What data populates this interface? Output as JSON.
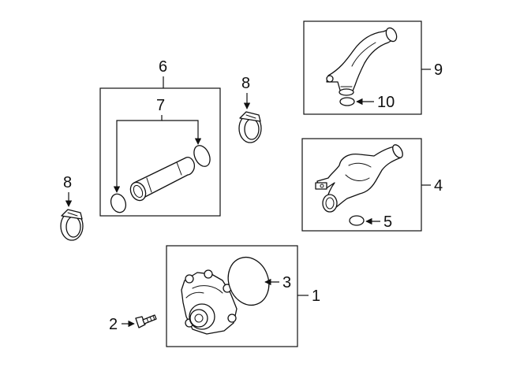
{
  "callouts": {
    "c1": "1",
    "c2": "2",
    "c3": "3",
    "c4": "4",
    "c5": "5",
    "c6": "6",
    "c7": "7",
    "c8a": "8",
    "c8b": "8",
    "c9": "9",
    "c10": "10"
  }
}
